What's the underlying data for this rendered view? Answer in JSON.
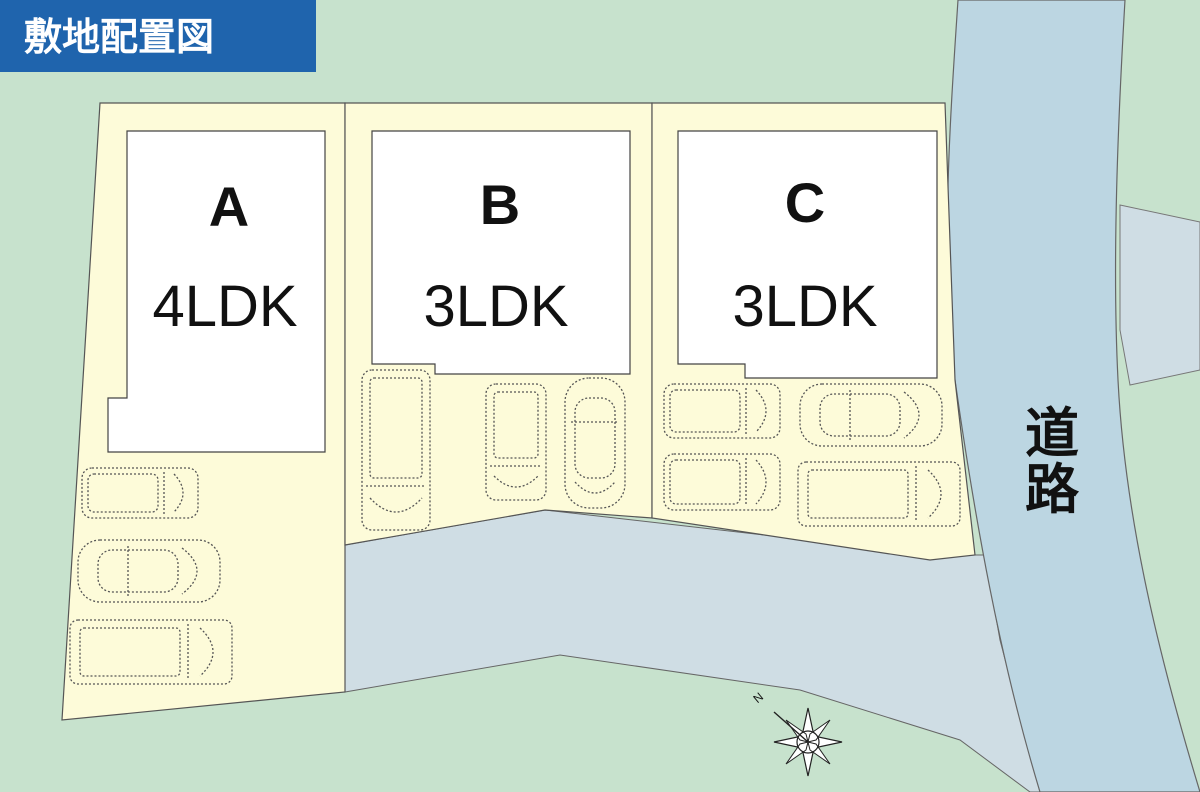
{
  "title": "敷地配置図",
  "road_label": "道路",
  "compass": {
    "north_label": "N"
  },
  "lots": [
    {
      "id": "A",
      "plan": "4LDK"
    },
    {
      "id": "B",
      "plan": "3LDK"
    },
    {
      "id": "C",
      "plan": "3LDK"
    }
  ],
  "colors": {
    "ground": "#c7e2cd",
    "lot": "#fdfbd9",
    "road": "#bcd6e2",
    "driveway": "#cfdde4",
    "building": "#ffffff",
    "title_bg": "#1f64ad"
  }
}
